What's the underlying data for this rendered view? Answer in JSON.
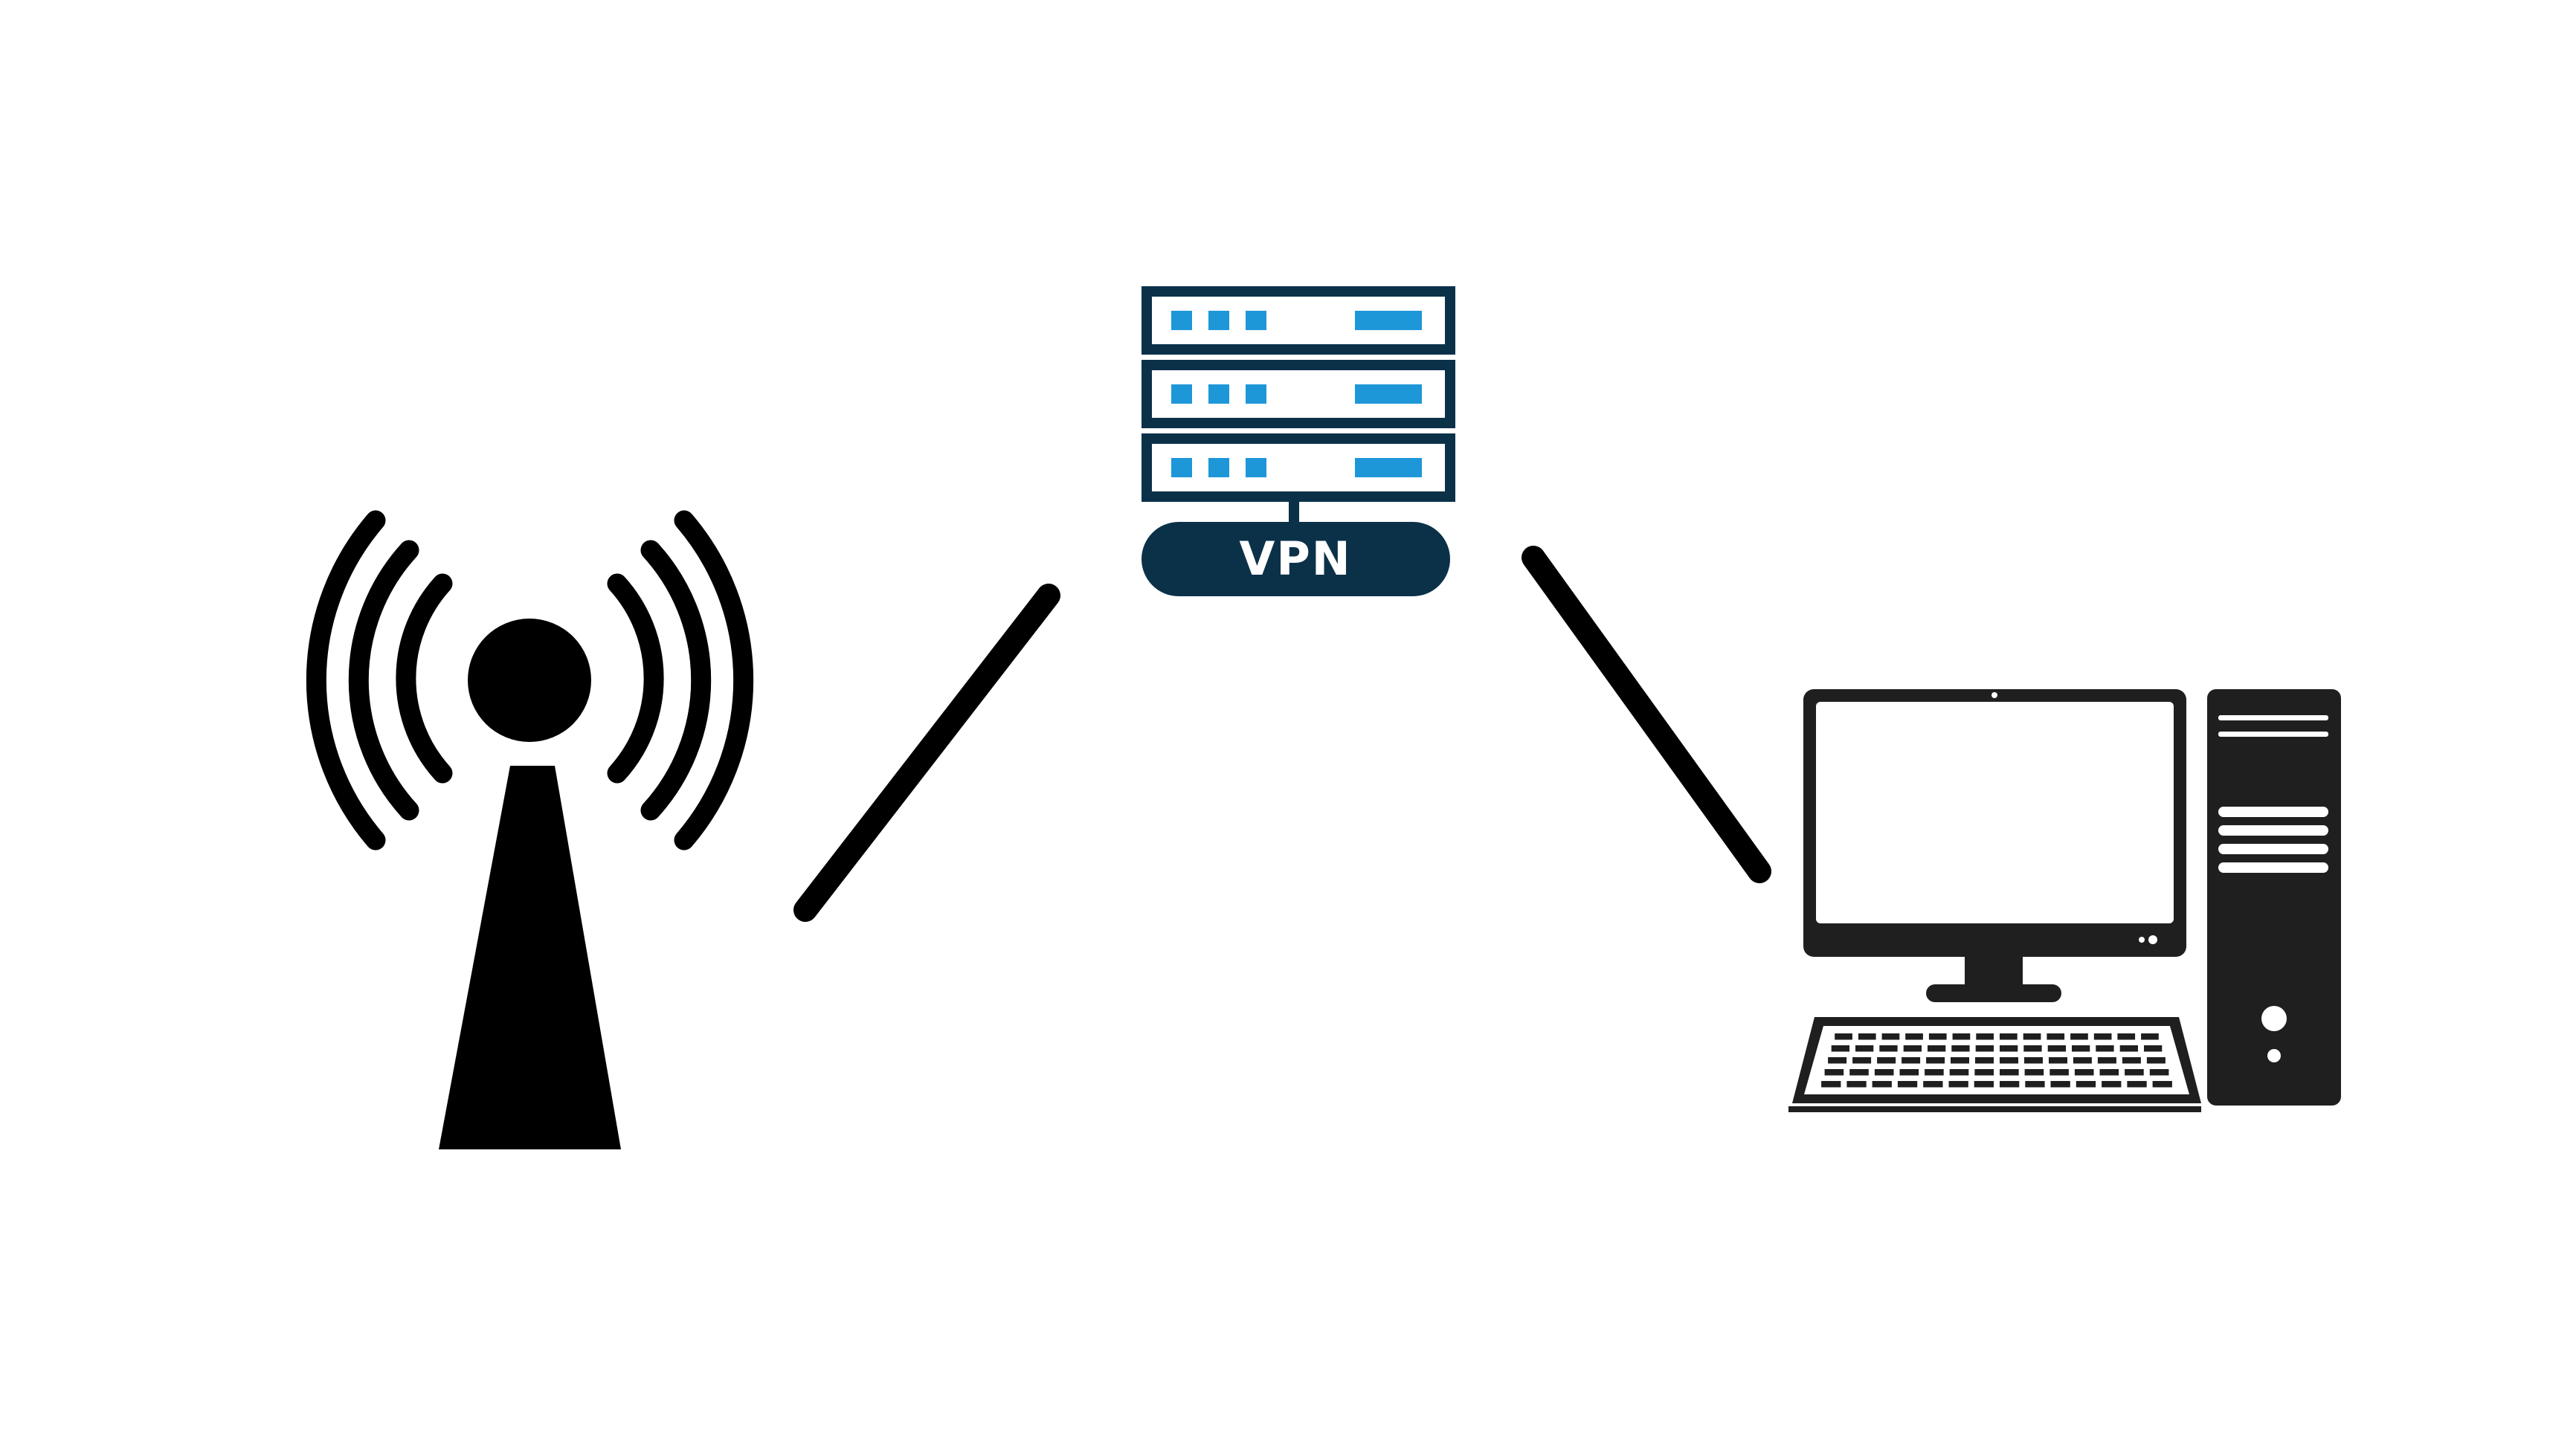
{
  "diagram": {
    "nodes": [
      {
        "id": "antenna",
        "icon": "radio-tower-icon"
      },
      {
        "id": "vpn-server",
        "icon": "server-rack-icon",
        "label": "VPN"
      },
      {
        "id": "desktop",
        "icon": "desktop-computer-icon"
      }
    ],
    "edges": [
      {
        "from": "antenna",
        "to": "vpn-server"
      },
      {
        "from": "vpn-server",
        "to": "desktop"
      }
    ]
  },
  "colors": {
    "server_navy": "#0b3149",
    "server_blue": "#1e97d9",
    "icon_black": "#000000",
    "computer_dark": "#1f1f1f",
    "background": "#ffffff"
  }
}
